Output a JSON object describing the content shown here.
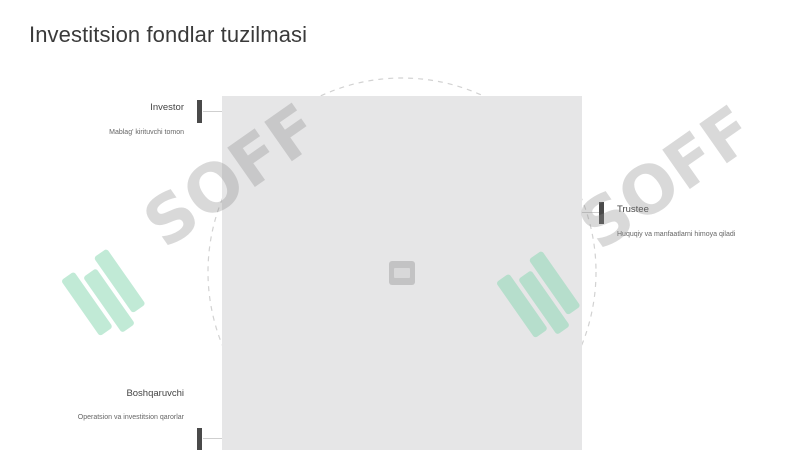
{
  "title": "Investitsion fondlar tuzilmasi",
  "nodes": {
    "investor": {
      "label": "Investor",
      "desc": "Mablag' kirituvchi tomon"
    },
    "trustee": {
      "label": "Trustee",
      "desc": "Huquqiy va manfaatlarni himoya qiladi"
    },
    "manager": {
      "label": "Boshqaruvchi",
      "desc": "Operatsion va investitsion qarorlar"
    }
  },
  "image_placeholder": {
    "icon": "image-icon"
  },
  "watermark": {
    "text": "SOFF",
    "icon": "soff-logo",
    "color": "#7fcfa8"
  }
}
